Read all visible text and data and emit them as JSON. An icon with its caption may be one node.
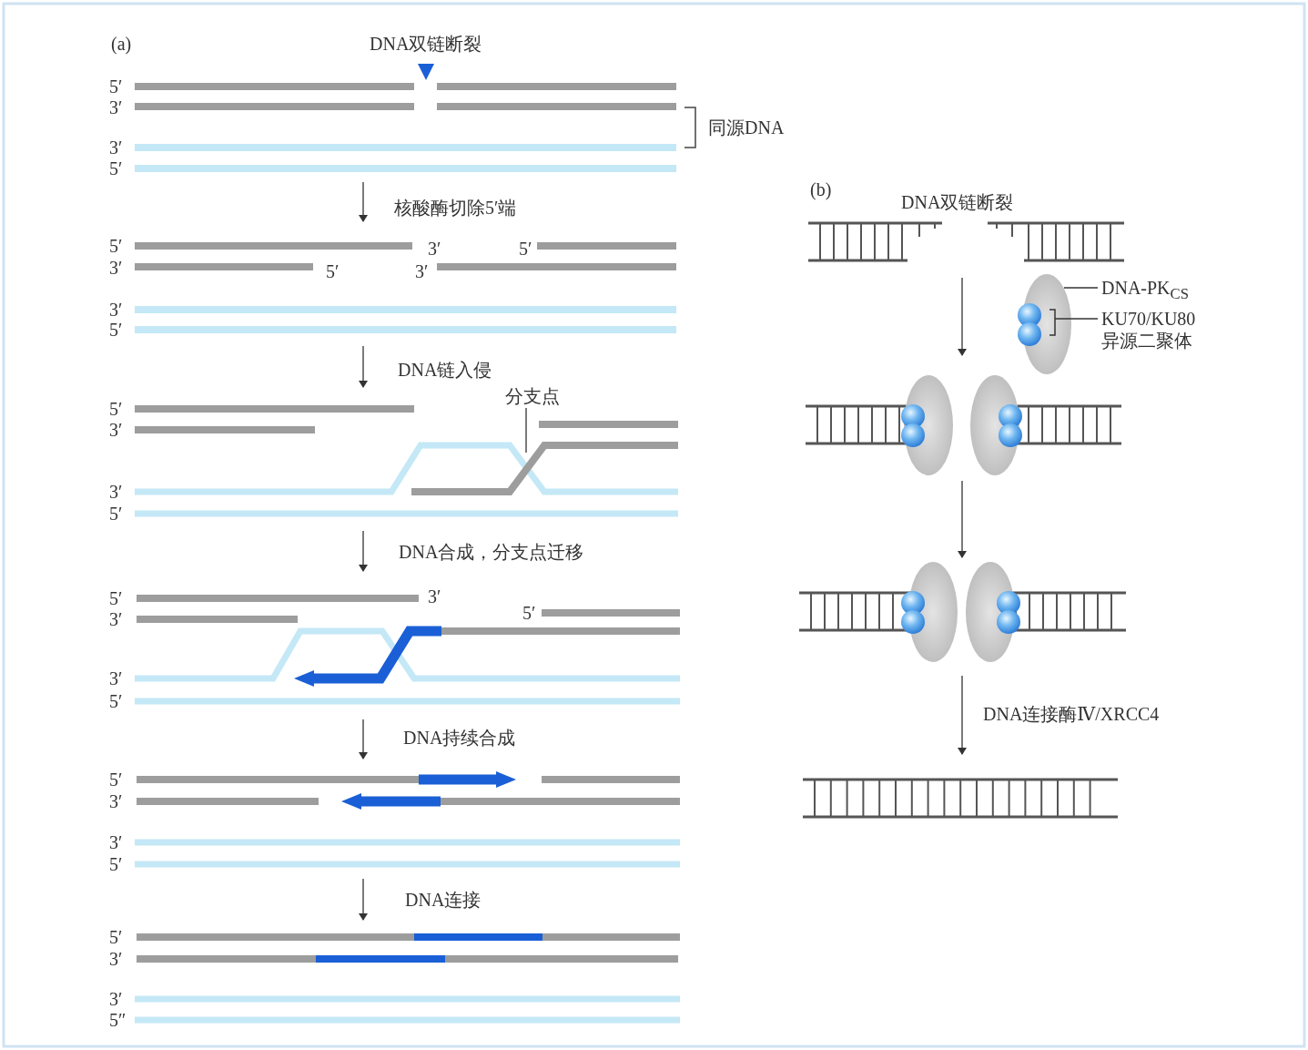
{
  "diagram": {
    "nodes": [
      {
        "text": [
          "分支点"
        ]
      },
      {
        "text": [
          "DNA-PK$_{CS}$"
        ]
      },
      {
        "text": [
          "KU70/KU80 异源二聚体"
        ]
      },
      {
        "text": [],
        "shape": "ellipse"
      },
      {
        "text": [],
        "shape": "circle"
      }
    ],
    "edges": [
      {
        "from": 0,
        "to": null,
        "arrow": "none"
      },
      {
        "from": 1,
        "to": 3,
        "arrow": "none"
      },
      {
        "from": 2,
        "to": 4,
        "arrow": "none"
      }
    ],
    "labels": [
      "(a)",
      "DNA双链断裂",
      "5′",
      "3′",
      "同源DNA",
      "3′",
      "5′",
      "核酸酶切除5′端",
      "5′",
      "3′",
      "5′",
      "3′",
      "5′",
      "3′",
      "3′",
      "5′",
      "DNA链入侵",
      "5′",
      "3′",
      "3′",
      "5′",
      "DNA合成，分支点迁移",
      "5′",
      "3′",
      "5′",
      "3′",
      "3′",
      "5′",
      "DNA持续合成",
      "5′",
      "3′",
      "3′",
      "5′",
      "DNA连接",
      "5′",
      "3′",
      "3′",
      "5″",
      "(b)",
      "DNA双链断裂",
      "DNA连接酶Ⅳ/XRCC4"
    ]
  }
}
